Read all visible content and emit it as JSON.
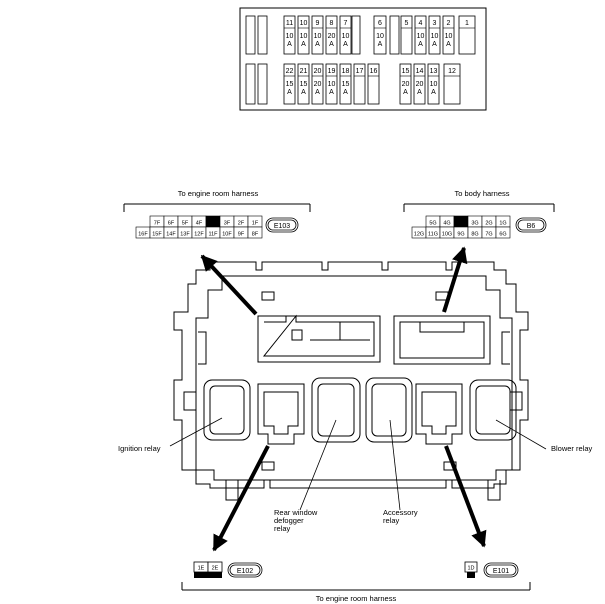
{
  "fuse_block": {
    "top_row": [
      {
        "num": "",
        "amp": ""
      },
      {
        "num": "",
        "amp": ""
      },
      {
        "num": "11",
        "amp": "10\nA"
      },
      {
        "num": "10",
        "amp": "10\nA"
      },
      {
        "num": "9",
        "amp": "10\nA"
      },
      {
        "num": "8",
        "amp": "20\nA"
      },
      {
        "num": "7",
        "amp": "10\nA"
      },
      {
        "num": "",
        "amp": ""
      },
      {
        "num": "6",
        "amp": "10\nA"
      },
      {
        "num": "",
        "amp": ""
      },
      {
        "num": "5",
        "amp": ""
      },
      {
        "num": "4",
        "amp": "10\nA"
      },
      {
        "num": "3",
        "amp": "10\nA"
      },
      {
        "num": "2",
        "amp": "10\nA"
      },
      {
        "num": "1",
        "amp": ""
      }
    ],
    "bottom_row": [
      {
        "num": "",
        "amp": ""
      },
      {
        "num": "",
        "amp": ""
      },
      {
        "num": "22",
        "amp": "15\nA"
      },
      {
        "num": "21",
        "amp": "15\nA"
      },
      {
        "num": "20",
        "amp": "20\nA"
      },
      {
        "num": "19",
        "amp": "10\nA"
      },
      {
        "num": "18",
        "amp": "15\nA"
      },
      {
        "num": "17",
        "amp": ""
      },
      {
        "num": "16",
        "amp": ""
      },
      {
        "num": "15",
        "amp": "20\nA"
      },
      {
        "num": "14",
        "amp": "20\nA"
      },
      {
        "num": "13",
        "amp": "10\nA"
      },
      {
        "num": "12",
        "amp": ""
      }
    ]
  },
  "connectors": {
    "e103": {
      "label": "E103",
      "harness": "To engine room harness",
      "top_pins": [
        "7F",
        "6F",
        "5F",
        "4F",
        "",
        "3F",
        "2F",
        "1F"
      ],
      "bottom_pins": [
        "16F",
        "15F",
        "14F",
        "13F",
        "12F",
        "11F",
        "10F",
        "9F",
        "8F"
      ]
    },
    "b6": {
      "label": "B6",
      "harness": "To body harness",
      "top_pins": [
        "5G",
        "4G",
        "",
        "3G",
        "2G",
        "1G"
      ],
      "bottom_pins": [
        "12G",
        "11G",
        "10G",
        "9G",
        "8G",
        "7G",
        "6G"
      ]
    },
    "e102": {
      "label": "E102",
      "pins": [
        "1E",
        "2E"
      ]
    },
    "e101": {
      "label": "E101",
      "pins": [
        "1D"
      ]
    },
    "bottom_harness": "To engine room harness"
  },
  "relays": {
    "ignition": "Ignition relay",
    "blower": "Blower relay",
    "rear_window": [
      "Rear window",
      "defogger",
      "relay"
    ],
    "accessory": [
      "Accessory",
      "relay"
    ]
  }
}
